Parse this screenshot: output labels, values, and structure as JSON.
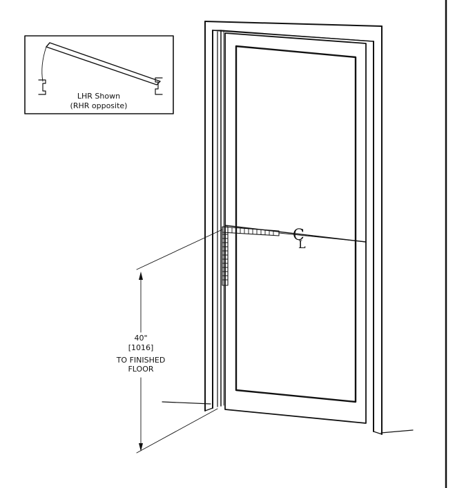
{
  "inset": {
    "line1": "LHR Shown",
    "line2": "(RHR opposite)"
  },
  "centerline": {
    "symbol": "C",
    "subscript": "L"
  },
  "dimension": {
    "value": "40\"",
    "metric": "[1016]",
    "line3": "TO FINISHED",
    "line4": "FLOOR"
  }
}
